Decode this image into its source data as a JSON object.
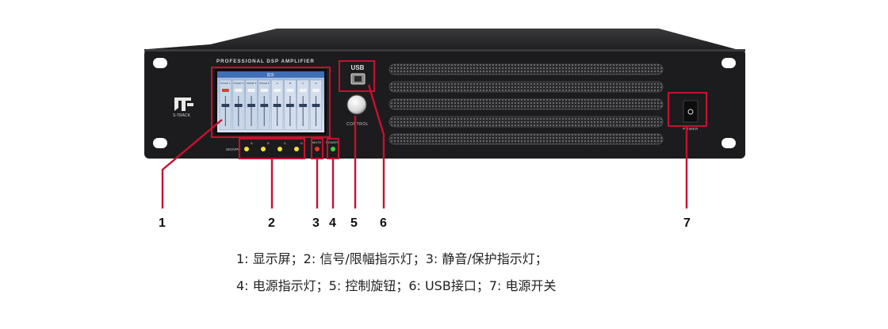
{
  "device": {
    "header_text": "PROFESSIONAL DSP AMPLIFIER",
    "brand_sub": "S-TRACK",
    "usb_label": "USB",
    "control_label": "CONTROL",
    "power_label": "POWER",
    "sig_label": "SIG/VPL",
    "mute_label": "MUTE",
    "power_led_label": "POWER",
    "channel_labels": [
      "A",
      "B",
      "C",
      "D"
    ]
  },
  "screen": {
    "title": "首页",
    "channel_headers": [
      "STAGE 1",
      "STAGE 2",
      "STAGE 3",
      "STAGE 4",
      "A",
      "B",
      "C",
      "D"
    ]
  },
  "callouts": [
    "1",
    "2",
    "3",
    "4",
    "5",
    "6",
    "7"
  ],
  "legend": {
    "line1": "1:  显示屏；2:  信号/限幅指示灯；3:  静音/保护指示灯；",
    "line2": "4:  电源指示灯；5:  控制旋钮；6:  USB接口；7:  电源开关"
  },
  "colors": {
    "panel": "#1d1d1f",
    "callout_red": "#c8102e",
    "led_yellow": "#f3e13a",
    "led_red": "#e23a2a",
    "led_green": "#39d14a"
  }
}
